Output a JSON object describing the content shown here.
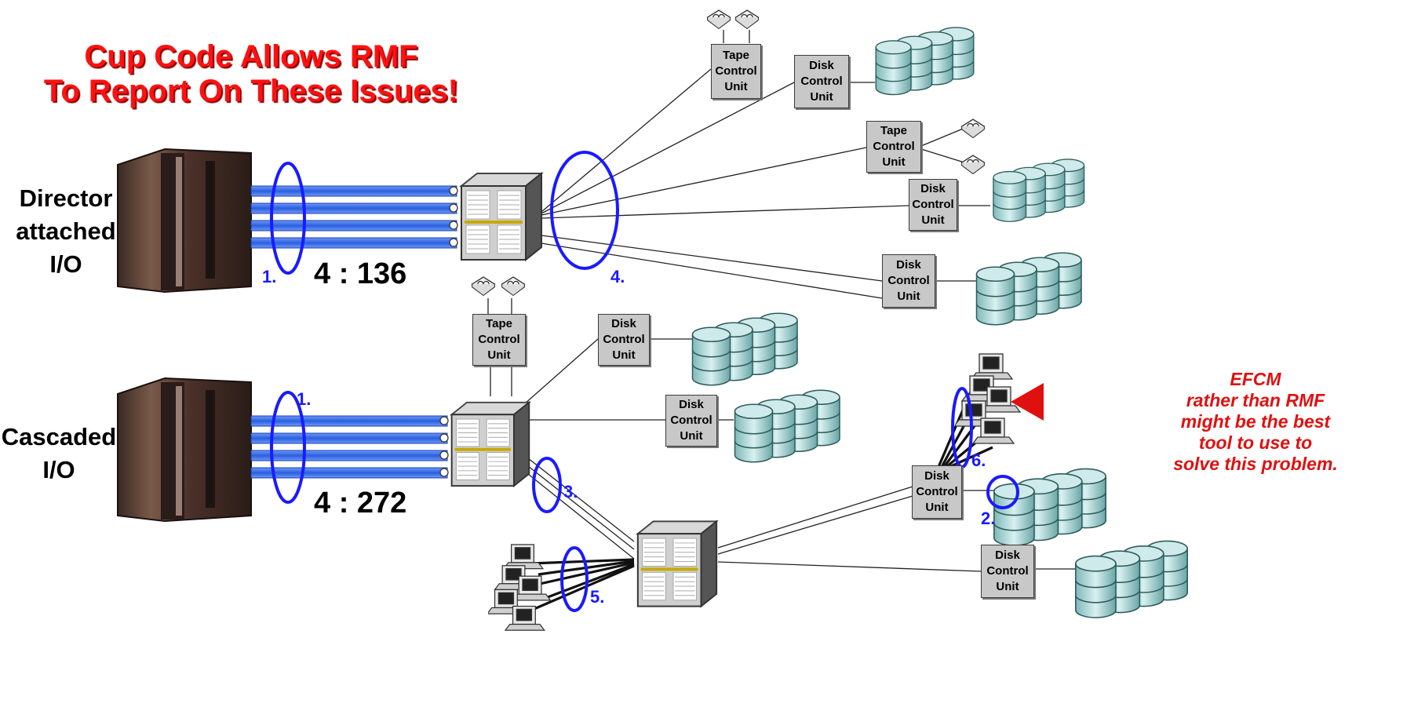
{
  "headline": [
    "Cup Code Allows RMF",
    "To Report On These Issues!"
  ],
  "sections": {
    "top": {
      "label": [
        "Director",
        "attached",
        "I/O"
      ],
      "ratio": "4 : 136"
    },
    "bottom": {
      "label": [
        "Cascaded",
        "I/O"
      ],
      "ratio": "4 : 272"
    }
  },
  "control_units": [
    [
      "Tape",
      "Control",
      "Unit"
    ],
    [
      "Disk",
      "Control",
      "Unit"
    ],
    [
      "Tape",
      "Control",
      "Unit"
    ],
    [
      "Disk",
      "Control",
      "Unit"
    ],
    [
      "Disk",
      "Control",
      "Unit"
    ],
    [
      "Tape",
      "Control",
      "Unit"
    ],
    [
      "Disk",
      "Control",
      "Unit"
    ],
    [
      "Disk",
      "Control",
      "Unit"
    ],
    [
      "Disk",
      "Control",
      "Unit"
    ],
    [
      "Disk",
      "Control",
      "Unit"
    ]
  ],
  "callouts": [
    "1.",
    "4.",
    "1.",
    "3.",
    "5.",
    "6.",
    "2."
  ],
  "note": [
    "EFCM",
    "rather than RMF",
    "might be the best",
    "tool to use to",
    "solve this problem."
  ],
  "colors": {
    "headline": "#ff1010",
    "callout": "#1a1aff",
    "note": "#e01010",
    "link": "#3a6fe0"
  }
}
